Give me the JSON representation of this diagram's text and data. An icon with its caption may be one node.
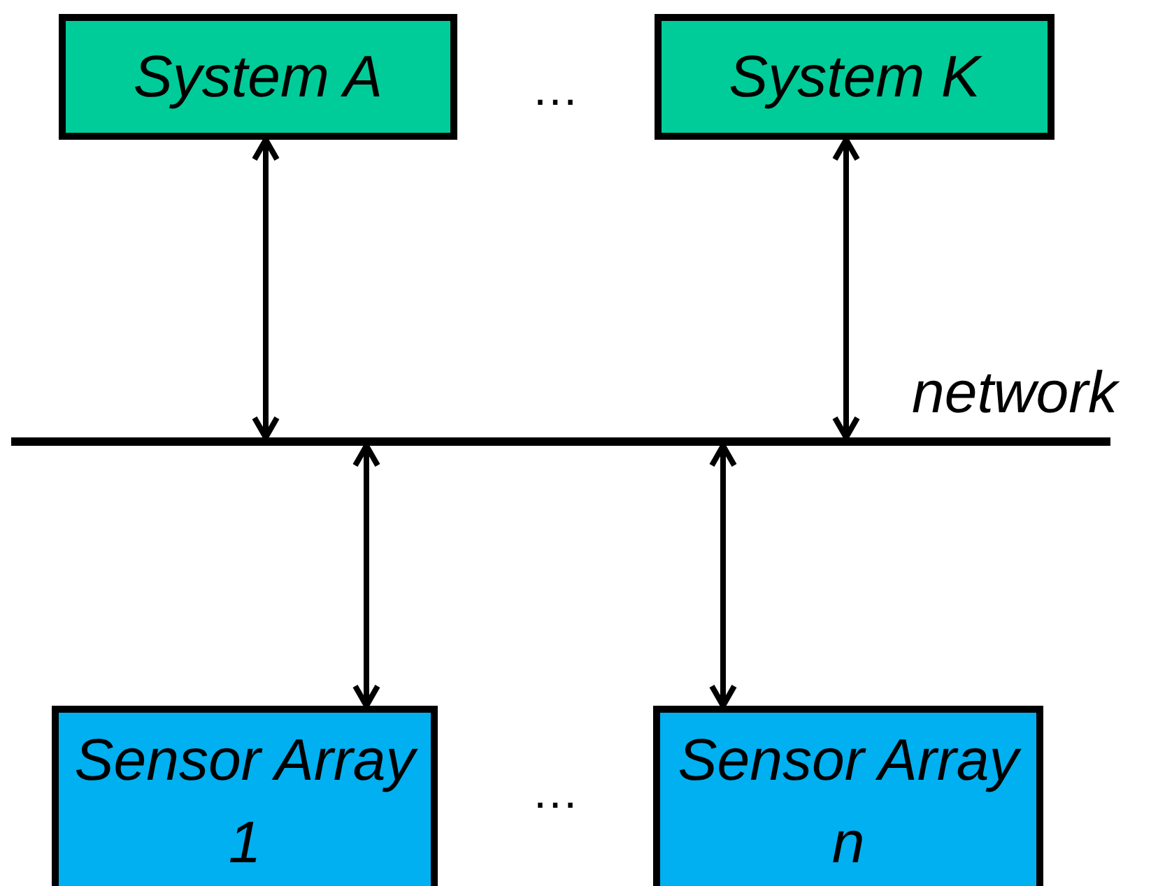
{
  "diagram": {
    "nodes": [
      {
        "text": [
          "System A"
        ]
      },
      {
        "text": [
          "System K"
        ]
      },
      {
        "text": [],
        "shape": "bar",
        "beside": [
          "network"
        ]
      },
      {
        "text": [
          "Sensor Array 1"
        ]
      },
      {
        "text": [
          "Sensor Array n"
        ]
      }
    ],
    "edges": [
      {
        "from": 0,
        "to": 2,
        "arrow": "both"
      },
      {
        "from": 1,
        "to": 2,
        "arrow": "both"
      },
      {
        "from": 2,
        "to": 3,
        "arrow": "both"
      },
      {
        "from": 2,
        "to": 4,
        "arrow": "both"
      }
    ],
    "labels": [
      "…",
      "…"
    ]
  }
}
